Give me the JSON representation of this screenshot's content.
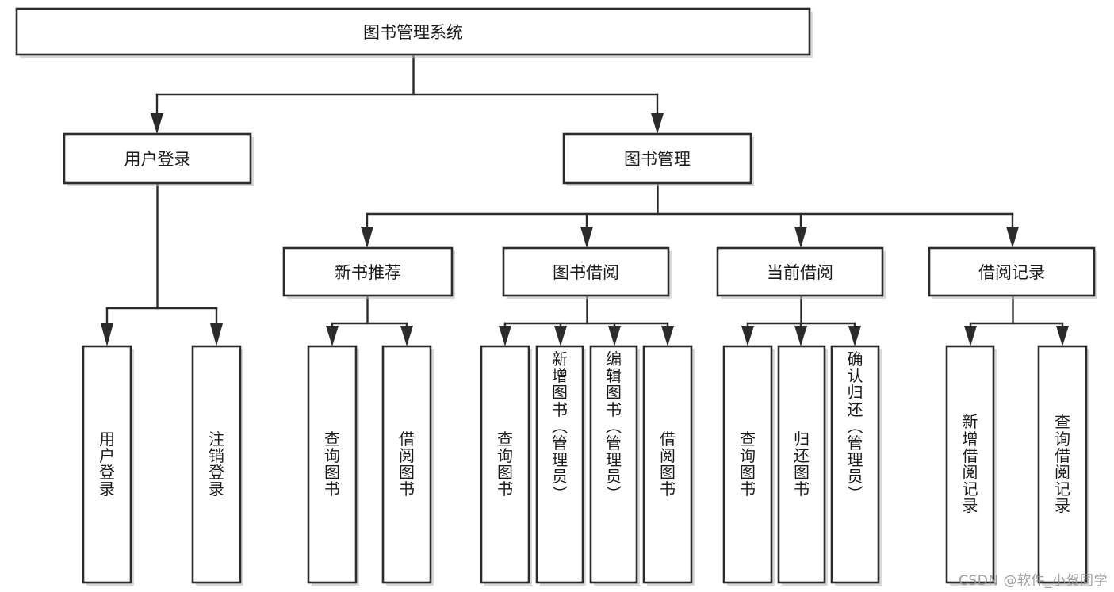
{
  "diagram": {
    "type": "tree",
    "title": "图书管理系统",
    "watermark": "CSDN @软件_小贺同学",
    "colors": {
      "box_fill": "#ffffff",
      "box_stroke": "#2b2b2b",
      "text": "#1a1a1a",
      "watermark": "#8e8e8e",
      "background": "#ffffff"
    },
    "root": {
      "label": "图书管理系统",
      "children": [
        {
          "label": "用户登录",
          "children": [
            {
              "label": "用户登录",
              "orientation": "vertical"
            },
            {
              "label": "注销登录",
              "orientation": "vertical"
            }
          ]
        },
        {
          "label": "图书管理",
          "children": [
            {
              "label": "新书推荐",
              "children": [
                {
                  "label": "查询图书",
                  "orientation": "vertical"
                },
                {
                  "label": "借阅图书",
                  "orientation": "vertical"
                }
              ]
            },
            {
              "label": "图书借阅",
              "children": [
                {
                  "label": "查询图书",
                  "orientation": "vertical"
                },
                {
                  "label": "新增图书（管理员）",
                  "orientation": "vertical"
                },
                {
                  "label": "编辑图书（管理员）",
                  "orientation": "vertical"
                },
                {
                  "label": "借阅图书",
                  "orientation": "vertical"
                }
              ]
            },
            {
              "label": "当前借阅",
              "children": [
                {
                  "label": "查询图书",
                  "orientation": "vertical"
                },
                {
                  "label": "归还图书",
                  "orientation": "vertical"
                },
                {
                  "label": "确认归还（管理员）",
                  "orientation": "vertical"
                }
              ]
            },
            {
              "label": "借阅记录",
              "children": [
                {
                  "label": "新增借阅记录",
                  "orientation": "vertical"
                },
                {
                  "label": "查询借阅记录",
                  "orientation": "vertical"
                }
              ]
            }
          ]
        }
      ]
    },
    "nodes": {
      "root": {
        "label": "图书管理系统"
      },
      "l1_user_login": {
        "label": "用户登录"
      },
      "l1_book_mgmt": {
        "label": "图书管理"
      },
      "l2_new_book_rec": {
        "label": "新书推荐"
      },
      "l2_book_borrow": {
        "label": "图书借阅"
      },
      "l2_current_borrow": {
        "label": "当前借阅"
      },
      "l2_borrow_record": {
        "label": "借阅记录"
      },
      "l3_user_login": {
        "label": "用户登录"
      },
      "l3_logout": {
        "label": "注销登录"
      },
      "l3_query_book_a": {
        "label": "查询图书"
      },
      "l3_borrow_book_a": {
        "label": "借阅图书"
      },
      "l3_query_book_b": {
        "label": "查询图书"
      },
      "l3_add_book": {
        "label": "新增图书（管理员）"
      },
      "l3_edit_book": {
        "label": "编辑图书（管理员）"
      },
      "l3_borrow_book_b": {
        "label": "借阅图书"
      },
      "l3_query_book_c": {
        "label": "查询图书"
      },
      "l3_return_book": {
        "label": "归还图书"
      },
      "l3_confirm_return": {
        "label": "确认归还（管理员）"
      },
      "l3_add_record": {
        "label": "新增借阅记录"
      },
      "l3_query_record": {
        "label": "查询借阅记录"
      }
    }
  }
}
